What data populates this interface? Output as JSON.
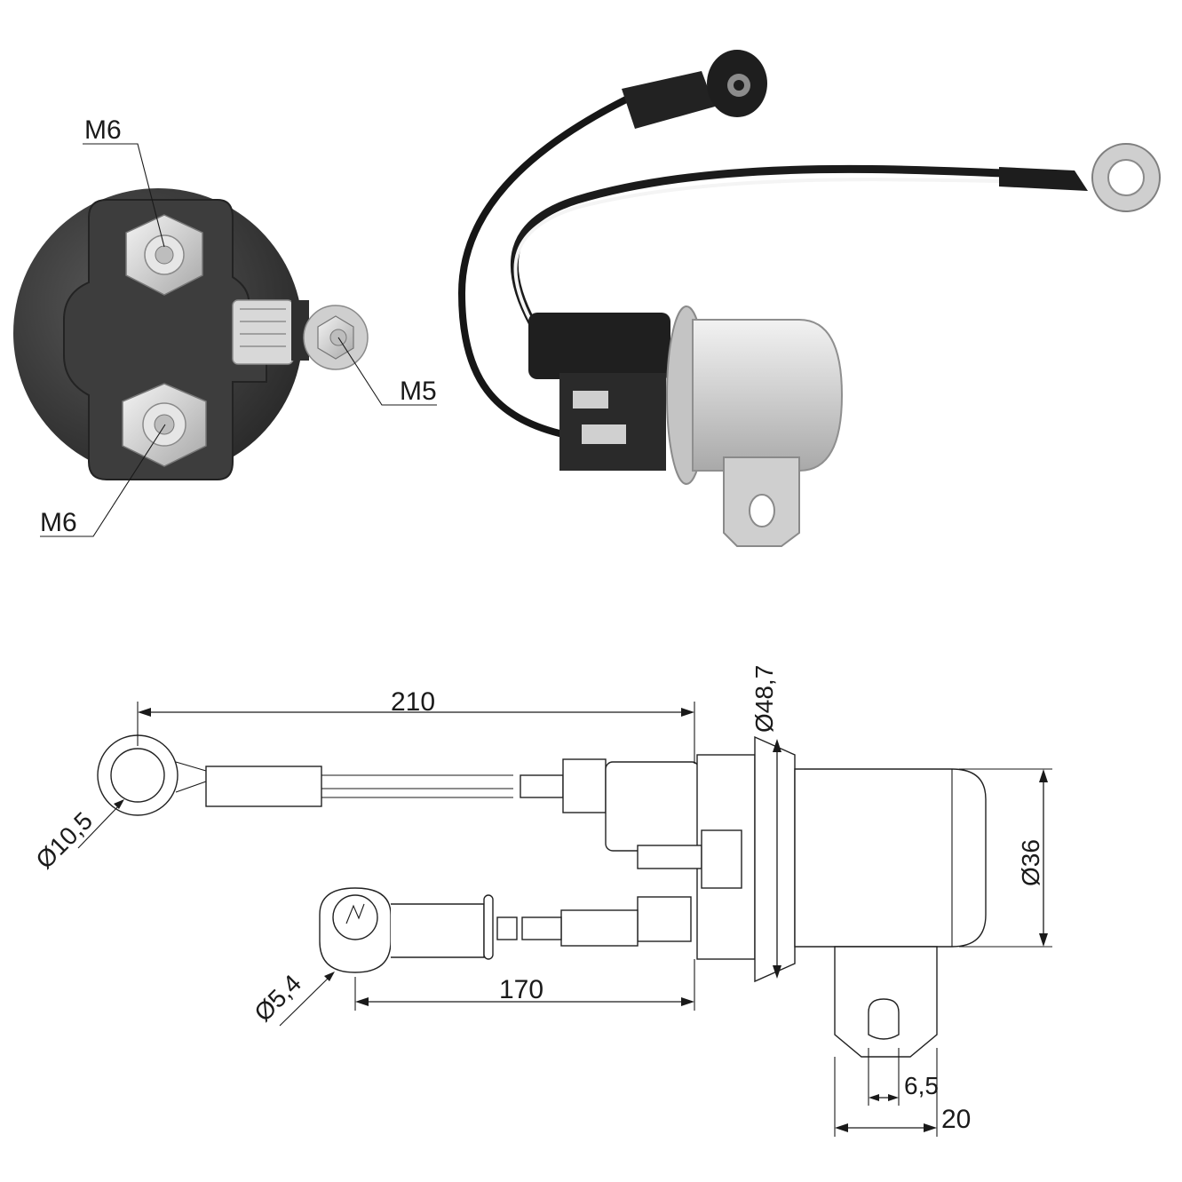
{
  "end_view": {
    "stud_top_label": "M6",
    "stud_bottom_label": "M6",
    "stud_small_label": "M5"
  },
  "drawing": {
    "overall_length": "210",
    "cable_length": "170",
    "flange_diameter": "Ø48,7",
    "body_diameter": "Ø36",
    "ring_terminal_diameter": "Ø10,5",
    "small_terminal_diameter": "Ø5,4",
    "bracket_hole": "6,5",
    "bracket_width": "20"
  },
  "colors": {
    "background": "#ffffff",
    "line": "#1a1a1a",
    "rubber": "#3a3a3a",
    "metal": "#d9d9d9"
  }
}
